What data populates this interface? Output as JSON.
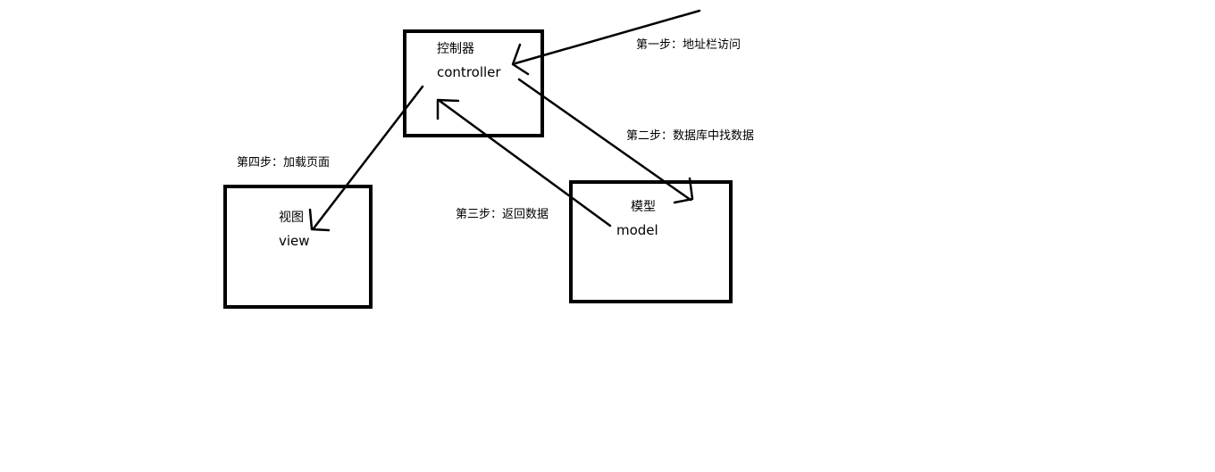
{
  "nodes": {
    "controller": {
      "zh": "控制器",
      "en": "controller"
    },
    "view": {
      "zh": "视图",
      "en": "view"
    },
    "model": {
      "zh": "模型",
      "en": "model"
    }
  },
  "steps": {
    "step1": "第一步：地址栏访问",
    "step2": "第二步：数据库中找数据",
    "step3": "第三步：返回数据",
    "step4": "第四步：加载页面"
  },
  "colors": {
    "stroke": "#000000",
    "background": "#ffffff"
  }
}
